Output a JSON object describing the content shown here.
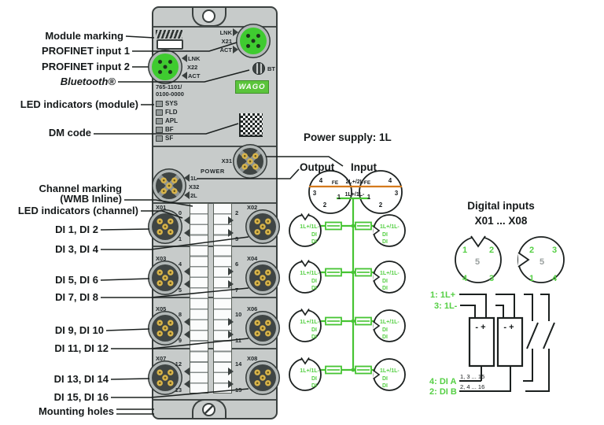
{
  "left_labels": [
    {
      "text": "Module marking"
    },
    {
      "text": "PROFINET input 1"
    },
    {
      "text": "PROFINET input 2"
    },
    {
      "text": "Bluetooth®"
    },
    {
      "text": "LED indicators (module)"
    },
    {
      "text": "DM code"
    },
    {
      "text": "Channel marking"
    },
    {
      "text": "(WMB Inline)"
    },
    {
      "text": "LED indicators (channel)"
    },
    {
      "text": "DI 1, DI 2"
    },
    {
      "text": "DI 3, DI 4"
    },
    {
      "text": "DI 5, DI 6"
    },
    {
      "text": "DI 7, DI 8"
    },
    {
      "text": "DI 9, DI 10"
    },
    {
      "text": "DI 11, DI 12"
    },
    {
      "text": "DI 13, DI 14"
    },
    {
      "text": "DI 15, DI 16"
    },
    {
      "text": "Mounting holes"
    }
  ],
  "module": {
    "part_number_line1": "765-1101/",
    "part_number_line2": "0100-0000",
    "brand": "WAGO",
    "port1": {
      "id": "X21",
      "led_top": "LNK",
      "led_bottom": "ACT"
    },
    "port2": {
      "id": "X22",
      "led_top": "LNK",
      "led_bottom": "ACT"
    },
    "bluetooth_label": "BT",
    "module_leds": [
      "SYS",
      "FLD",
      "APL",
      "BF",
      "SF"
    ],
    "power_input": {
      "id": "X31",
      "label": "POWER"
    },
    "power_output": {
      "id": "X32",
      "led_top": "1L",
      "led_bottom": "2L"
    },
    "di_connectors": [
      {
        "id": "X01",
        "ch_top": "0",
        "ch_bottom": "1"
      },
      {
        "id": "X02",
        "ch_top": "2",
        "ch_bottom": "3"
      },
      {
        "id": "X03",
        "ch_top": "4",
        "ch_bottom": "5"
      },
      {
        "id": "X04",
        "ch_top": "6",
        "ch_bottom": "7"
      },
      {
        "id": "X05",
        "ch_top": "8",
        "ch_bottom": "9"
      },
      {
        "id": "X06",
        "ch_top": "10",
        "ch_bottom": "11"
      },
      {
        "id": "X07",
        "ch_top": "12",
        "ch_bottom": "13"
      },
      {
        "id": "X08",
        "ch_top": "14",
        "ch_bottom": "15"
      }
    ]
  },
  "power_diagram": {
    "title": "Power supply: 1L",
    "output_label": "Output",
    "input_label": "Input",
    "rail_top": "2L+/2L-",
    "rail_bottom": "1L+/1L-",
    "output_pins": [
      "4",
      "FE",
      "3",
      "1",
      "2"
    ],
    "input_pins": [
      "FE",
      "4",
      "1",
      "3",
      "2"
    ]
  },
  "wiring": {
    "row_count": 4,
    "circle_labels": [
      "1L+/1L-",
      "DI",
      "DI"
    ]
  },
  "digital_inputs": {
    "title_line1": "Digital inputs",
    "title_line2": "X01 ... X08",
    "front_view_pins": [
      "1",
      "2",
      "5",
      "4",
      "3"
    ],
    "mating_view_pins": [
      "2",
      "3",
      "5",
      "1",
      "4"
    ],
    "schematic": {
      "pin1_label": "1: 1L+",
      "pin3_label": "3: 1L-",
      "pin4_label": "4: DI A",
      "pin2_label": "2: DI B",
      "odd_channels": "1, 3 ... 15",
      "even_channels": "2, 4 ... 16",
      "sensor_polarity": "- +"
    }
  },
  "colors": {
    "green": "#46c433",
    "green_text": "#55cf44",
    "orange": "#d4791c",
    "module_fill": "#c7cbca",
    "line": "#1b201f"
  }
}
